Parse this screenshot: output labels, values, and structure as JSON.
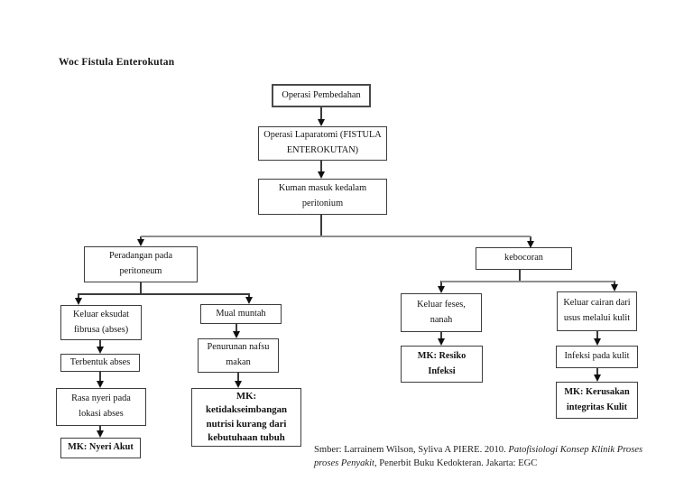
{
  "page": {
    "title": "Woc Fistula Enterokutan",
    "citation": {
      "prefix": "Smber: Larrainem Wilson, Syliva A PIERE. 2010. ",
      "italic": "Patofisiologi Konsep Klinik Proses\nproses Penyakit",
      "suffix": ", Penerbit Buku Kedokteran. Jakarta: EGC"
    }
  },
  "diagram": {
    "nodes": {
      "operasi_pembedahan": {
        "text": "Operasi Pembedahan"
      },
      "operasi_laparatomi": {
        "text": "Operasi Laparatomi (FISTULA\nENTEROKUTAN)"
      },
      "kuman_masuk": {
        "text": "Kuman masuk kedalam\nperitonium"
      },
      "peradangan": {
        "text": "Peradangan pada\nperitoneum"
      },
      "kebocoran": {
        "text": "kebocoran"
      },
      "keluar_eksudat": {
        "text": "Keluar eksudat\nfibrusa (abses)"
      },
      "mual_muntah": {
        "text": "Mual muntah"
      },
      "keluar_feses": {
        "text": "Keluar feses,\nnanah"
      },
      "keluar_cairan": {
        "text": "Keluar cairan dari\nusus melalui kulit"
      },
      "terbentuk_abses": {
        "text": "Terbentuk abses"
      },
      "penurunan_nafsu": {
        "text": "Penurunan nafsu\nmakan"
      },
      "mk_resiko_infeksi": {
        "text": "MK: Resiko\nInfeksi",
        "emphasis": "bold"
      },
      "infeksi_kulit": {
        "text": "Infeksi pada kulit"
      },
      "rasa_nyeri": {
        "text": "Rasa nyeri pada\nlokasi abses"
      },
      "mk_nutrisi": {
        "text": "MK:\nketidakseimbangan\nnutrisi kurang dari\nkebutuhaan tubuh",
        "emphasis": "bold"
      },
      "mk_kerusakan": {
        "text": "MK: Kerusakan\nintegritas Kulit",
        "emphasis": "bold"
      },
      "mk_nyeri_akut": {
        "text": "MK: Nyeri Akut",
        "emphasis": "bold"
      }
    },
    "edges": [
      {
        "from": "operasi_pembedahan",
        "to": "operasi_laparatomi"
      },
      {
        "from": "operasi_laparatomi",
        "to": "kuman_masuk"
      },
      {
        "from": "kuman_masuk",
        "to": "peradangan"
      },
      {
        "from": "kuman_masuk",
        "to": "kebocoran"
      },
      {
        "from": "peradangan",
        "to": "keluar_eksudat"
      },
      {
        "from": "peradangan",
        "to": "mual_muntah"
      },
      {
        "from": "kebocoran",
        "to": "keluar_feses"
      },
      {
        "from": "kebocoran",
        "to": "keluar_cairan"
      },
      {
        "from": "keluar_eksudat",
        "to": "terbentuk_abses"
      },
      {
        "from": "terbentuk_abses",
        "to": "rasa_nyeri"
      },
      {
        "from": "rasa_nyeri",
        "to": "mk_nyeri_akut"
      },
      {
        "from": "mual_muntah",
        "to": "penurunan_nafsu"
      },
      {
        "from": "penurunan_nafsu",
        "to": "mk_nutrisi"
      },
      {
        "from": "keluar_feses",
        "to": "mk_resiko_infeksi"
      },
      {
        "from": "keluar_cairan",
        "to": "infeksi_kulit"
      },
      {
        "from": "infeksi_kulit",
        "to": "mk_kerusakan"
      }
    ],
    "colors": {
      "box_border": "#3d3d3d",
      "line_dark": "#3c3c3c",
      "line_gray": "#8e8e8e",
      "arrow": "#101010",
      "text": "#121212",
      "background": "#ffffff"
    }
  }
}
